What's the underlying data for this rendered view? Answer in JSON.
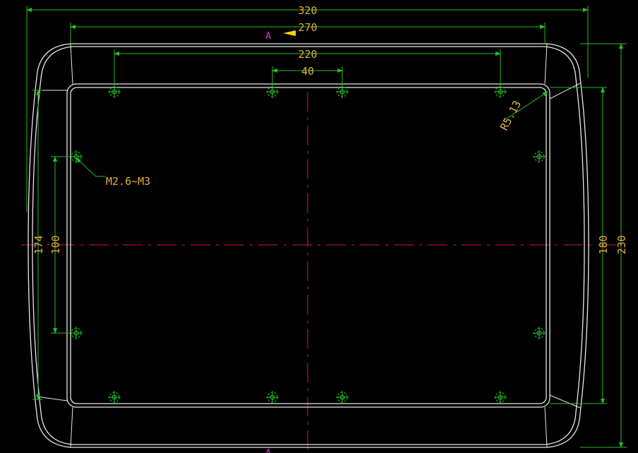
{
  "dimensions": {
    "overall_width": "320",
    "flat_width": "270",
    "hole_span": "220",
    "hole_pitch": "40",
    "overall_height": "230",
    "inner_height": "180",
    "left_height": "174",
    "left_hole_span": "100",
    "corner_radius": "R5.13",
    "screw_callout": "M2.6~M3"
  },
  "section_marker": "A",
  "colors": {
    "background": "#000000",
    "outline": "#e8e8e8",
    "dimension_lines": "#22c022",
    "dimension_text": "#e0b040",
    "center_lines": "#d02020",
    "section_marker": "#d040d0"
  }
}
